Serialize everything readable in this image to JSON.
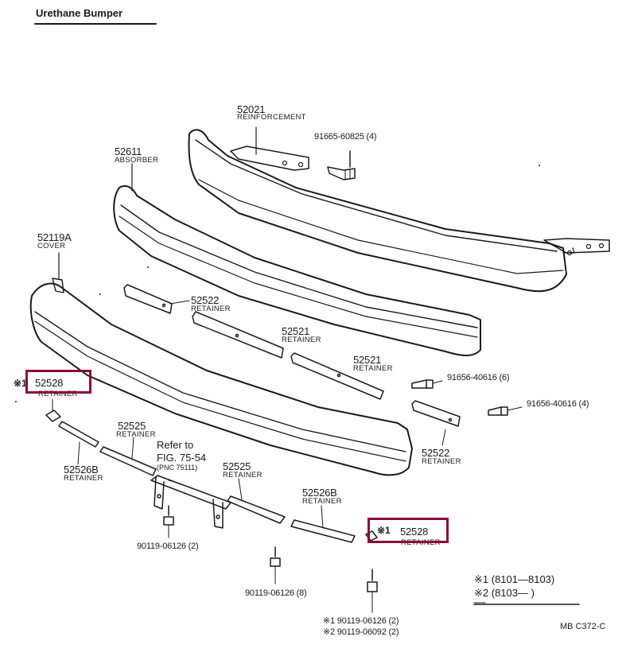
{
  "title": "Urethane Bumper",
  "parts": {
    "reinforcement": {
      "number": "52021",
      "name": "REINFORCEMENT"
    },
    "absorber": {
      "number": "52611",
      "name": "ABSORBER"
    },
    "cover": {
      "number": "52119A",
      "name": "COVER"
    },
    "retainer_52522_top": {
      "number": "52522",
      "name": "RETAINER"
    },
    "retainer_52521_a": {
      "number": "52521",
      "name": "RETAINER"
    },
    "retainer_52521_b": {
      "number": "52521",
      "name": "RETAINER"
    },
    "retainer_52522_right": {
      "number": "52522",
      "name": "RETAINER"
    },
    "retainer_52528_left": {
      "mark": "※1",
      "number": "52528",
      "name": "RETAINER"
    },
    "retainer_52528_right": {
      "mark": "※1",
      "number": "52528",
      "name": "RETAINER"
    },
    "retainer_52525_a": {
      "number": "52525",
      "name": "RETAINER"
    },
    "retainer_52525_b": {
      "number": "52525",
      "name": "RETAINER"
    },
    "retainer_52526b_left": {
      "number": "52526B",
      "name": "RETAINER"
    },
    "retainer_52526b_right": {
      "number": "52526B",
      "name": "RETAINER"
    }
  },
  "bolts": {
    "b1": "91665-60825 (4)",
    "b2": "91656-40616 (6)",
    "b3": "91656-40616 (4)",
    "b4": "90119-06126 (2)",
    "b5": "90119-06126 (8)",
    "b6": "※1 90119-06126 (2)",
    "b7": "※2 90119-06092 (2)"
  },
  "refer": {
    "line1": "Refer to",
    "line2": "FIG. 75-54",
    "line3": "(PNC 75111)"
  },
  "legend": {
    "row1": "※1 (8101—8103)",
    "row2": "※2 (8103—       )"
  },
  "code": "MB  C372-C",
  "colors": {
    "highlight": "#8b0a3a",
    "ink": "#1a1a1a"
  }
}
